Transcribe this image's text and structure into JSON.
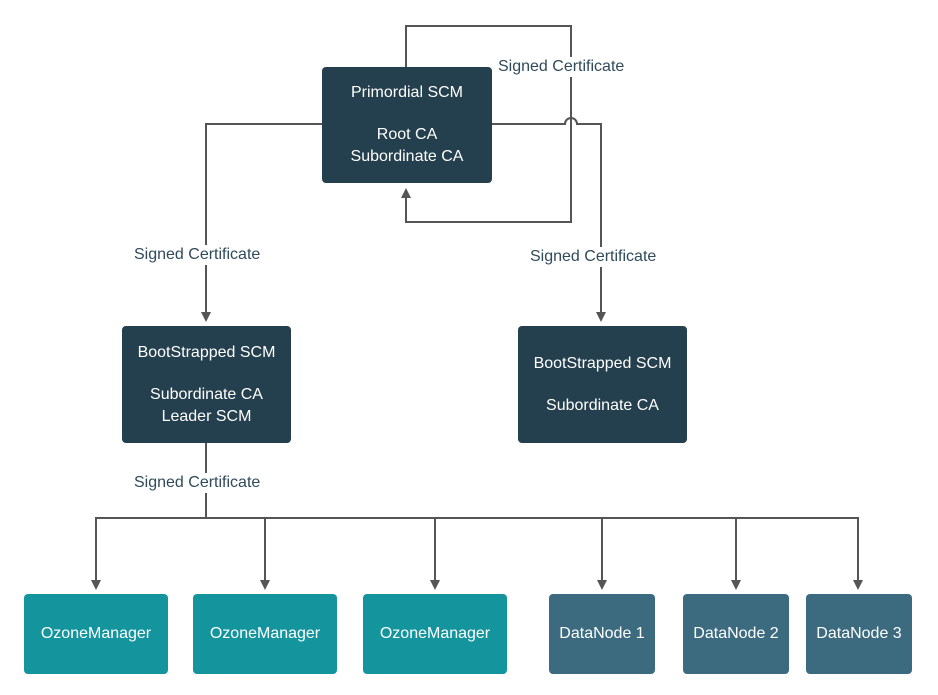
{
  "nodes": {
    "primordial_scm": {
      "title": "Primordial SCM",
      "line1": "Root CA",
      "line2": "Subordinate CA"
    },
    "bootstrapped_scm_left": {
      "title": "BootStrapped SCM",
      "line1": "Subordinate CA",
      "line2": "Leader SCM"
    },
    "bootstrapped_scm_right": {
      "title": "BootStrapped SCM",
      "line1": "Subordinate CA"
    },
    "ozone_managers": [
      "OzoneManager",
      "OzoneManager",
      "OzoneManager"
    ],
    "datanodes": [
      "DataNode 1",
      "DataNode 2",
      "DataNode 3"
    ]
  },
  "edge_labels": {
    "self_signed": "Signed Certificate",
    "to_left_scm": "Signed Certificate",
    "to_right_scm": "Signed Certificate",
    "to_workers": "Signed Certificate"
  },
  "colors": {
    "scm_node": "#243f4e",
    "ozone_manager": "#14959e",
    "datanode": "#3c6b80",
    "connector": "#555555"
  }
}
